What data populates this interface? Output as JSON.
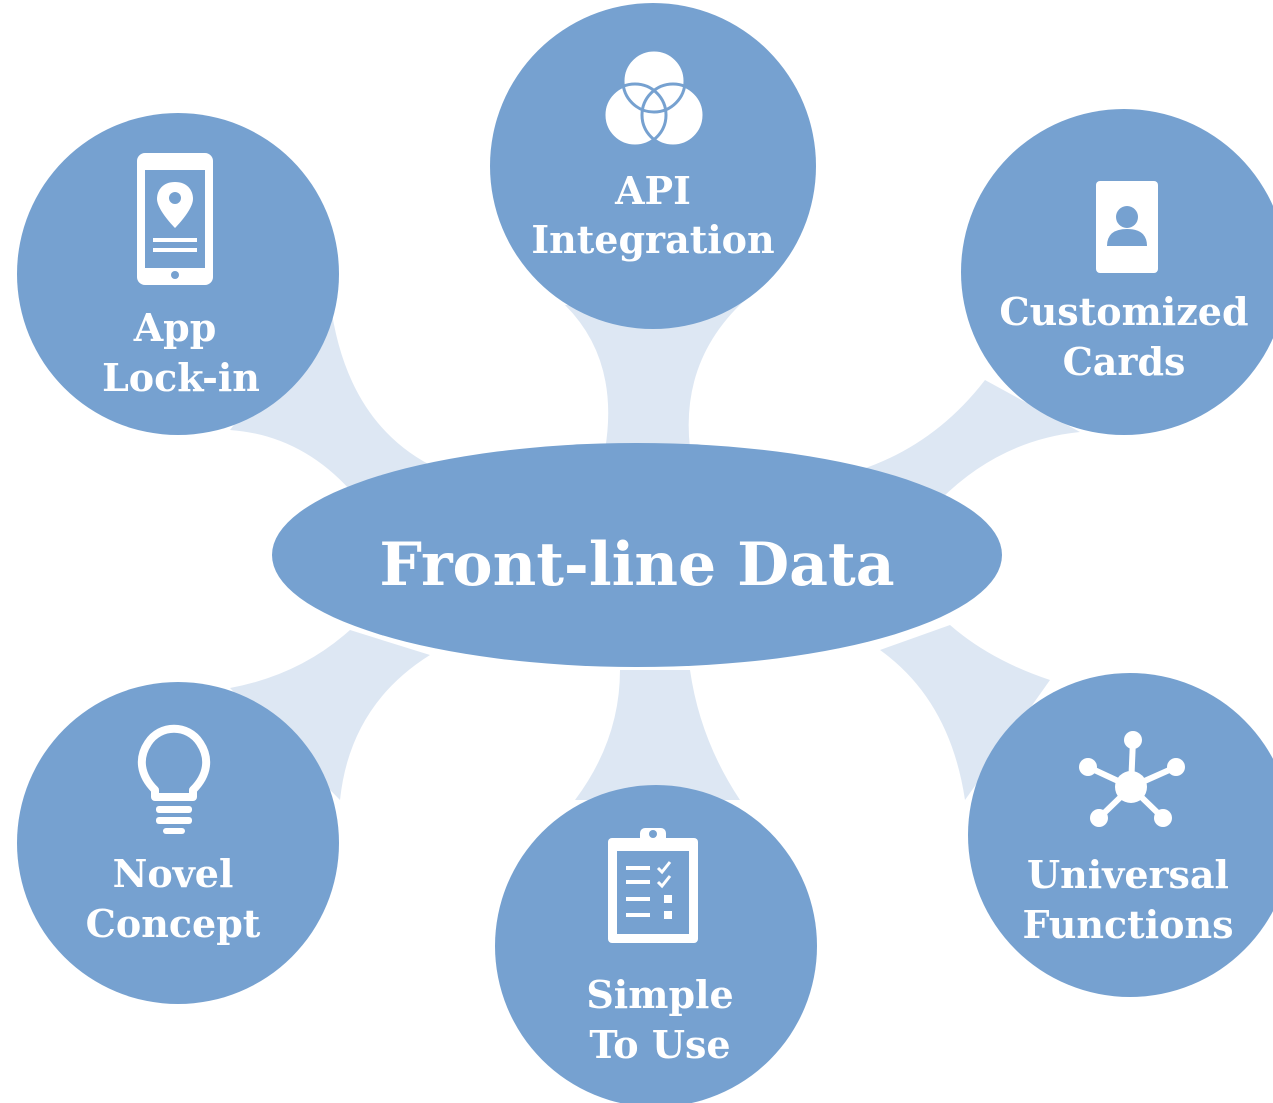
{
  "colors": {
    "node_fill": "#76a1d0",
    "connector_fill": "#dde7f3",
    "text": "#ffffff",
    "background": "#ffffff"
  },
  "center": {
    "label": "Front-line Data"
  },
  "nodes": [
    {
      "id": "app-lock-in",
      "icon": "mobile-location-icon",
      "lines": [
        "App",
        "Lock-in"
      ]
    },
    {
      "id": "api-integration",
      "icon": "venn-diagram-icon",
      "lines": [
        "API",
        "Integration"
      ]
    },
    {
      "id": "customized-cards",
      "icon": "profile-card-icon",
      "lines": [
        "Customized",
        "Cards"
      ]
    },
    {
      "id": "novel-concept",
      "icon": "lightbulb-icon",
      "lines": [
        "Novel",
        "Concept"
      ]
    },
    {
      "id": "simple-to-use",
      "icon": "clipboard-checklist-icon",
      "lines": [
        "Simple",
        "To Use"
      ]
    },
    {
      "id": "universal-functions",
      "icon": "network-hub-icon",
      "lines": [
        "Universal",
        "Functions"
      ]
    }
  ]
}
